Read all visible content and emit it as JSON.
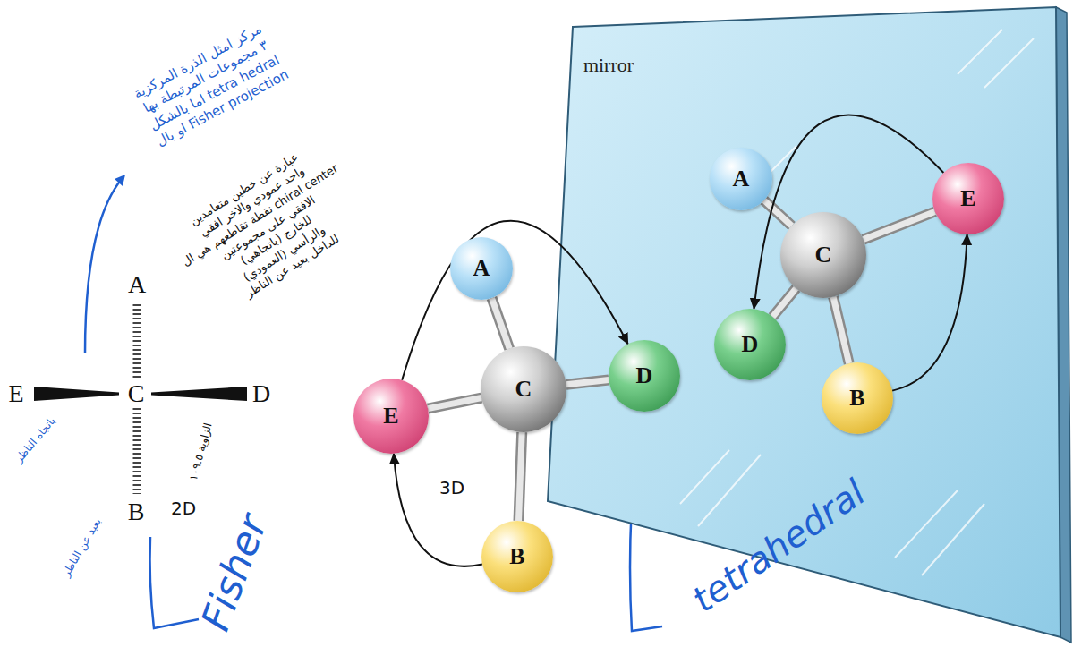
{
  "diagram": {
    "nodes": [
      {
        "text": [
          "E"
        ]
      },
      {
        "text": [
          "A"
        ]
      },
      {
        "text": [
          "C"
        ]
      },
      {
        "text": [
          "D"
        ]
      },
      {
        "text": [
          "B"
        ]
      },
      {
        "text": [
          "mirror"
        ]
      },
      {
        "text": [
          "A"
        ],
        "in": 5
      },
      {
        "text": [
          "C"
        ],
        "in": 5
      },
      {
        "text": [
          "E"
        ],
        "in": 5
      },
      {
        "text": [
          "D"
        ],
        "in": 5
      },
      {
        "text": [
          "B"
        ],
        "in": 5
      }
    ],
    "edges": [
      {
        "from": 2,
        "to": 1,
        "arrow": "none"
      },
      {
        "from": 2,
        "to": 0,
        "arrow": "none"
      },
      {
        "from": 2,
        "to": 3,
        "arrow": "none"
      },
      {
        "from": 2,
        "to": 4,
        "arrow": "none"
      },
      {
        "from": 7,
        "to": 6,
        "arrow": "none"
      },
      {
        "from": 7,
        "to": 8,
        "arrow": "none"
      },
      {
        "from": 7,
        "to": 9,
        "arrow": "none"
      },
      {
        "from": 7,
        "to": 10,
        "arrow": "none"
      },
      {
        "from": 0,
        "to": 3,
        "arrow": "to"
      },
      {
        "from": 4,
        "to": 0,
        "arrow": "to"
      },
      {
        "from": 8,
        "to": 9,
        "arrow": "to"
      },
      {
        "from": 10,
        "to": 8,
        "arrow": "to"
      }
    ],
    "labels": [
      "A",
      "E",
      "C",
      "D",
      "B",
      "مركز امثل الذرة المركزية",
      "٣ مجموعات المرتبطة بها",
      "اما بالشكل tetra hedral",
      "او بال Fisher projection",
      "عبارة عن خطين متعامدين",
      "واحد عمودي والاخر افقي",
      "نقطة تقاطعهم هي ال chiral center",
      "الافقي على مجموعتين",
      "للخارج (باتجاهي)",
      "والرأسي (العمودي)",
      "للداخل بعيد عن الناظر",
      "باتجاه الناظر",
      "بعيد عن الناظر",
      "الزاوية ١٠٩.٥",
      "2D",
      "3D",
      "Fisher",
      "tetrahedral"
    ]
  }
}
